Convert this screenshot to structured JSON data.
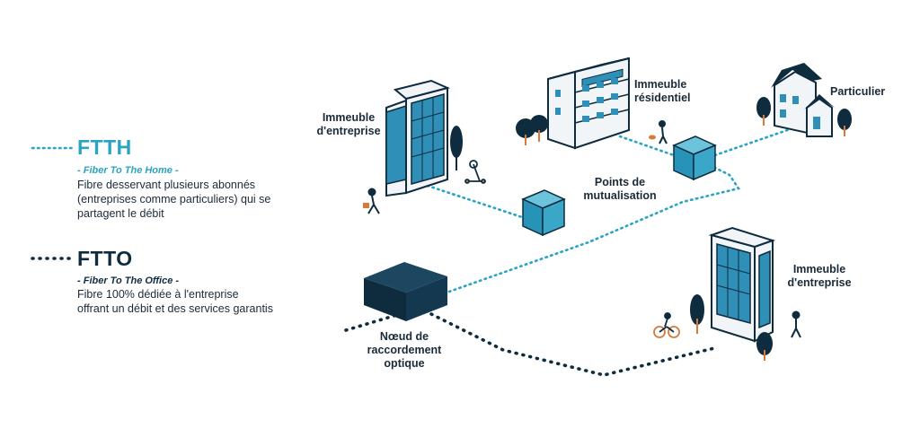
{
  "legend": {
    "ftth": {
      "title": "FTTH",
      "subtitle": "- Fiber To The Home -",
      "desc_lines": [
        "Fibre desservant plusieurs abonnés",
        "(entreprises comme particuliers) qui se",
        "partagent le débit"
      ]
    },
    "ftto": {
      "title": "FTTO",
      "subtitle": "- Fiber To The Office -",
      "desc_lines": [
        "Fibre 100% dédiée à l'entreprise",
        "offrant un débit et des services garantis"
      ]
    }
  },
  "labels": {
    "immeuble_entreprise_1": [
      "Immeuble",
      "d'entreprise"
    ],
    "immeuble_residentiel": [
      "Immeuble",
      "résidentiel"
    ],
    "particulier": [
      "Particulier"
    ],
    "points_mutualisation": [
      "Points de",
      "mutualisation"
    ],
    "immeuble_entreprise_2": [
      "Immeuble",
      "d'entreprise"
    ],
    "noeud": [
      "Nœud de",
      "raccordement",
      "optique"
    ]
  },
  "colors": {
    "ftth": "#2aa3c4",
    "ftto": "#0f2c3f",
    "text": "#1b2a38",
    "glass": "#2f8fb6",
    "box_top": "#6cc4dc",
    "box_side": "#2793b8",
    "node": "#0f2c3f"
  },
  "icons": [
    "office-building-icon",
    "residential-building-icon",
    "house-icon",
    "tree-icon",
    "pedestrian-icon",
    "cyclist-icon",
    "scooter-icon",
    "dog-walker-icon"
  ]
}
